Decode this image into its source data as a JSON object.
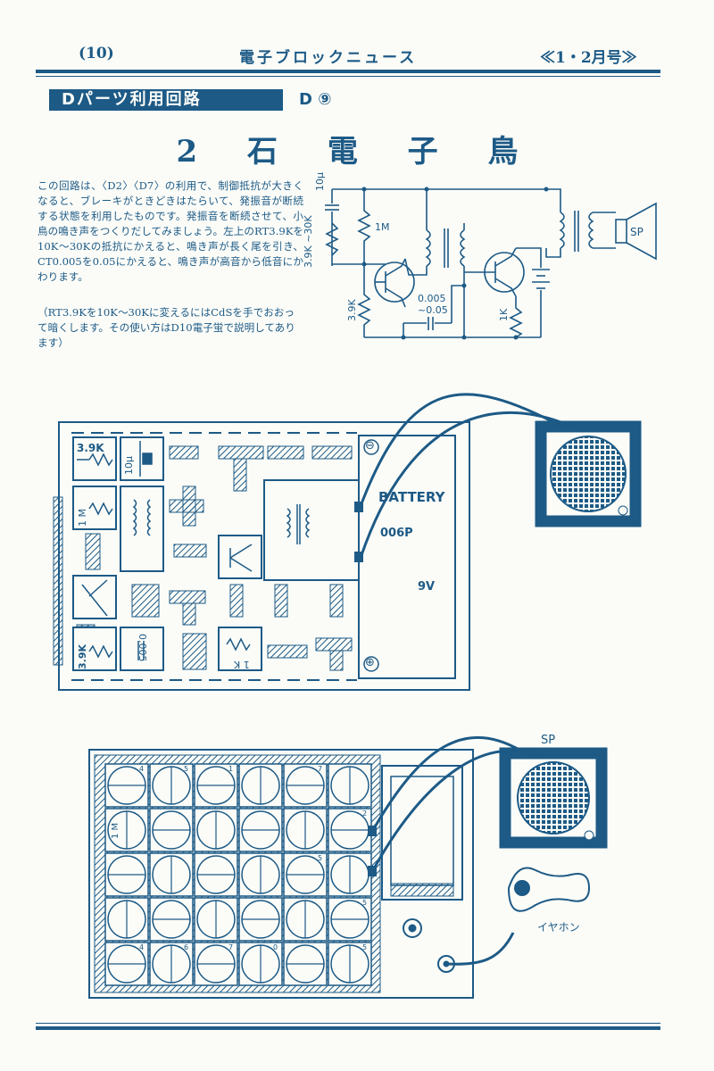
{
  "header": {
    "page_number": "(10)",
    "publication": "電子ブロックニュース",
    "issue": "≪1・2月号≫"
  },
  "section": {
    "label": "Dパーツ利用回路",
    "code": "D ⑨"
  },
  "title": "2 石 電 子 鳥",
  "description": "この回路は、〈D2〉〈D7〉の利用で、制御抵抗が大きくなると、ブレーキがときどきはたらいて、発振音が断続する状態を利用したものです。発振音を断続させて、小鳥の鳴き声をつくりだしてみましょう。左上のRT3.9Kを10K～30Kの抵抗にかえると、鳴き声が長く尾を引き、CT0.005を0.05にかえると、鳴き声が高音から低音にかわります。",
  "note": "（RT3.9Kを10K～30Kに変えるにはCdSを手でおおって暗くします。その使い方はD10電子蛍で説明してあります）",
  "schematic": {
    "labels": {
      "cap_top": "10μ",
      "resistor_1m": "1M",
      "resistor_rt": "3.9K ~30K",
      "resistor_39k": "3.9K",
      "cap_ct": "0.005 ~0.05",
      "resistor_1k": "1K",
      "speaker": "SP"
    }
  },
  "board_top": {
    "tiles": [
      "3.9K",
      "10μ",
      "1 M",
      "3.9K",
      "0.005",
      "1 K"
    ],
    "minus": "⊖",
    "plus": "⊕",
    "battery_name": "BATTERY",
    "battery_model": "006P",
    "battery_voltage": "9V"
  },
  "board_bottom": {
    "speaker_label": "SP",
    "earphone_label": "イヤホン",
    "tile_text_1m": "1 M",
    "numbers": [
      "4",
      "5",
      "1",
      "7",
      "2",
      "5",
      "5",
      "4",
      "6",
      "7",
      "0",
      "5"
    ]
  },
  "colors": {
    "ink": "#1d5a86",
    "paper": "#fbfcf8"
  }
}
